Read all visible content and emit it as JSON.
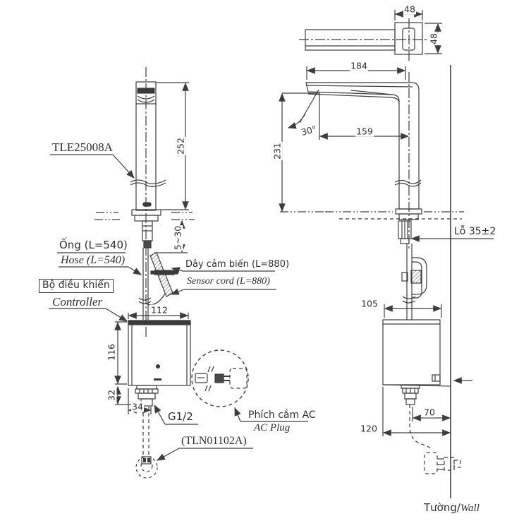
{
  "drawing": {
    "product_code": "TLE25008A",
    "valve_code": "(TLN01102A)",
    "labels": {
      "hose_vi": "Ống (L=540)",
      "hose_en": "Hose (L=540)",
      "sensor_cord_vi": "Dây cảm biến (L=880)",
      "sensor_cord_en": "Sensor cord (L=880)",
      "controller_vi": "Bộ điều khiển",
      "controller_en": "Controller",
      "thread": "G1/2",
      "ac_plug_vi": "Phích cắm AC",
      "ac_plug_en": "AC Plug",
      "hole": "Lỗ 35±2",
      "wall_vi": "Tường/",
      "wall_en": "Wall"
    },
    "dims": {
      "top_w": "48",
      "top_h": "48",
      "reach": "184",
      "angle": "30°",
      "sensor_reach": "159",
      "height_side": "231",
      "height_front": "252",
      "deck": "5~30",
      "ctrl_w": "112",
      "ctrl_h": "116",
      "fit_h": "32",
      "fit_w": "34",
      "ctrl_d": "105",
      "outlet_off": "70",
      "wall_off": "120"
    },
    "line_color": "#3d3d3d"
  }
}
